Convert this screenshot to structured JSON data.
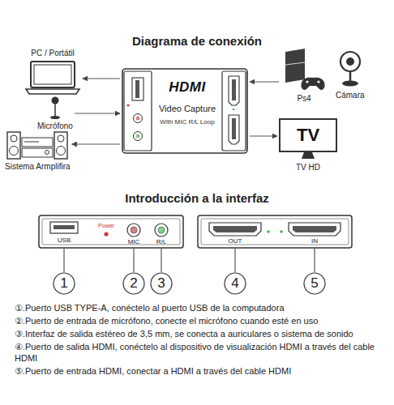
{
  "diagram": {
    "title": "Diagrama de conexión",
    "nodes": [
      {
        "text": [
          "PC / Portátil"
        ]
      },
      {
        "text": [
          "Micrófono"
        ]
      },
      {
        "text": [
          "Sistema Armplifira"
        ]
      },
      {
        "text": [
          "HDMI",
          "Video Capture",
          "With MIC R/L Loop"
        ]
      },
      {
        "text": [
          "Ps4"
        ]
      },
      {
        "text": [
          "Cámara"
        ]
      },
      {
        "text": [
          "TV",
          "TV HD"
        ]
      }
    ],
    "edges": [
      {
        "from": 3,
        "to": 0,
        "arrow": "to"
      },
      {
        "from": 1,
        "to": 3,
        "arrow": "to"
      },
      {
        "from": 3,
        "to": 2,
        "arrow": "to"
      },
      {
        "from": 4,
        "to": 3,
        "arrow": "to"
      },
      {
        "from": 3,
        "to": 6,
        "arrow": "to"
      }
    ],
    "labels": [
      "Introducción a la interfaz",
      "USB",
      "Power",
      "MIC",
      "R/L",
      "OUT",
      "IN",
      "1",
      "2",
      "3",
      "4",
      "5",
      "①.Puerto USB TYPE-A, conéctelo al puerto USB de la computadora",
      "②.Puerto de entrada de micrófono, conecte el micrófono cuando esté en uso",
      "③.Interfaz de salida estéreo de 3,5 mm, se conecta a auriculares o sistema de sonido",
      "④.Puerto de salida HDMI, conéctelo al dispositivo de visualización HDMI a través del cable HDMI",
      "⑤.Puerto de entrada HDMI, conectar a HDMI a través del cable HDMI"
    ]
  }
}
